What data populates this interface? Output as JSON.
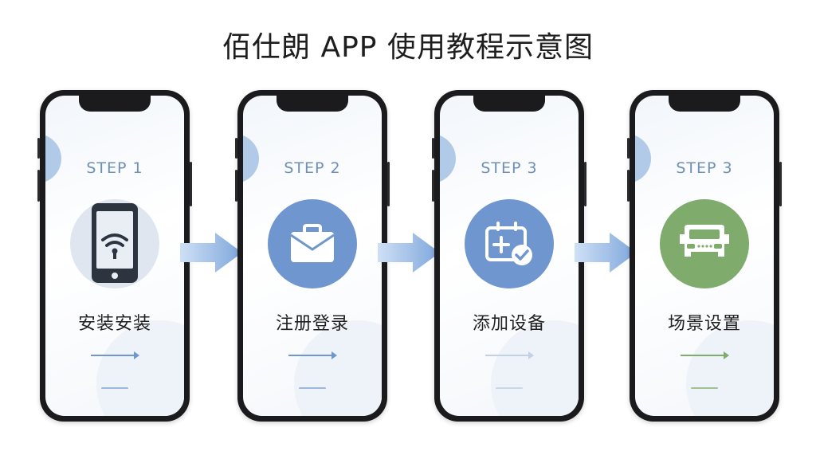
{
  "title": "佰仕朗 APP 使用教程示意图",
  "steps": [
    {
      "step": "STEP 1",
      "label": "安装安装",
      "icon": "phone-wifi-icon",
      "accent": "#7da1d0"
    },
    {
      "step": "STEP 2",
      "label": "注册登录",
      "icon": "briefcase-icon",
      "accent": "#7da1d0"
    },
    {
      "step": "STEP 3",
      "label": "添加设备",
      "icon": "add-device-check-icon",
      "accent": "#b8c9df"
    },
    {
      "step": "STEP 3",
      "label": "场景设置",
      "icon": "vehicle-icon",
      "accent": "#8fb88a"
    }
  ],
  "colors": {
    "blue": "#6f96cf",
    "green": "#7fab6c",
    "arrow": "#7ea6dc"
  }
}
